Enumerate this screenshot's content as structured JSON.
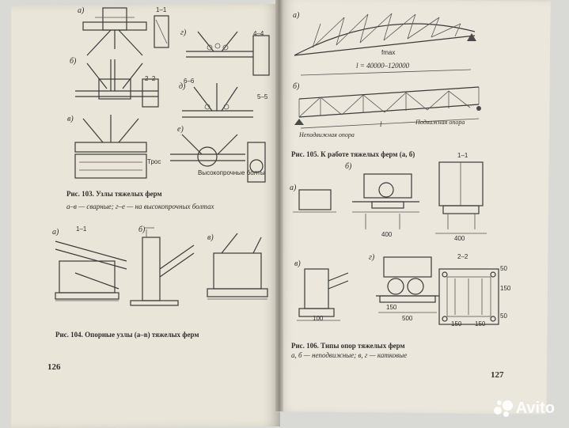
{
  "left_page": {
    "fig103": {
      "caption": "Рис. 103. Узлы тяжелых ферм",
      "subcaption": "а–в — сварные; г–е — на высокопрочных болтах",
      "labels": [
        "а)",
        "б)",
        "в)",
        "г)",
        "д)",
        "е)",
        "1–1",
        "2–2",
        "4–4",
        "5–5",
        "6–6",
        "Высокопрочные болты",
        "Трос"
      ]
    },
    "fig104": {
      "caption": "Рис. 104. Опорные узлы (а–в) тяжелых ферм",
      "labels": [
        "а)",
        "б)",
        "в)",
        "1–1"
      ]
    },
    "page_number": "126"
  },
  "right_page": {
    "fig105": {
      "caption": "Рис. 105. К работе тяжелых ферм (а, б)",
      "labels": [
        "а)",
        "б)",
        "l = 40000–120000",
        "fmax",
        "l",
        "Неподвижная опора",
        "Подвижная опора"
      ]
    },
    "fig106": {
      "caption": "Рис. 106. Типы опор тяжелых ферм",
      "subcaption": "а, б — неподвижные; в, г — катковые",
      "labels": [
        "а)",
        "б)",
        "в)",
        "г)",
        "1–1",
        "2–2"
      ],
      "dims": [
        "400",
        "400",
        "500",
        "150",
        "150",
        "150",
        "100",
        "150",
        "50",
        "50"
      ]
    },
    "page_number": "127"
  },
  "watermark": {
    "text": "Avito"
  }
}
